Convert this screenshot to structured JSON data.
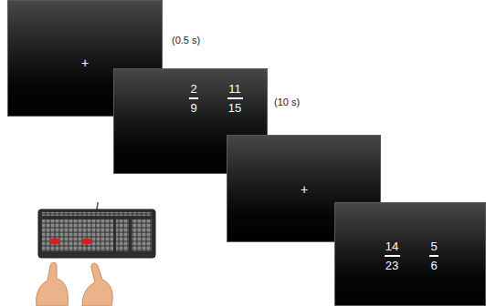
{
  "diagram": {
    "nodes": [
      {
        "text": [
          "+"
        ]
      },
      {
        "text": [
          "2",
          "9",
          "11",
          "15"
        ]
      },
      {
        "text": [
          "+"
        ]
      },
      {
        "text": [
          "14",
          "23",
          "5",
          "6"
        ]
      }
    ],
    "labels": [
      "(0.5 s)",
      "(10 s)"
    ]
  }
}
